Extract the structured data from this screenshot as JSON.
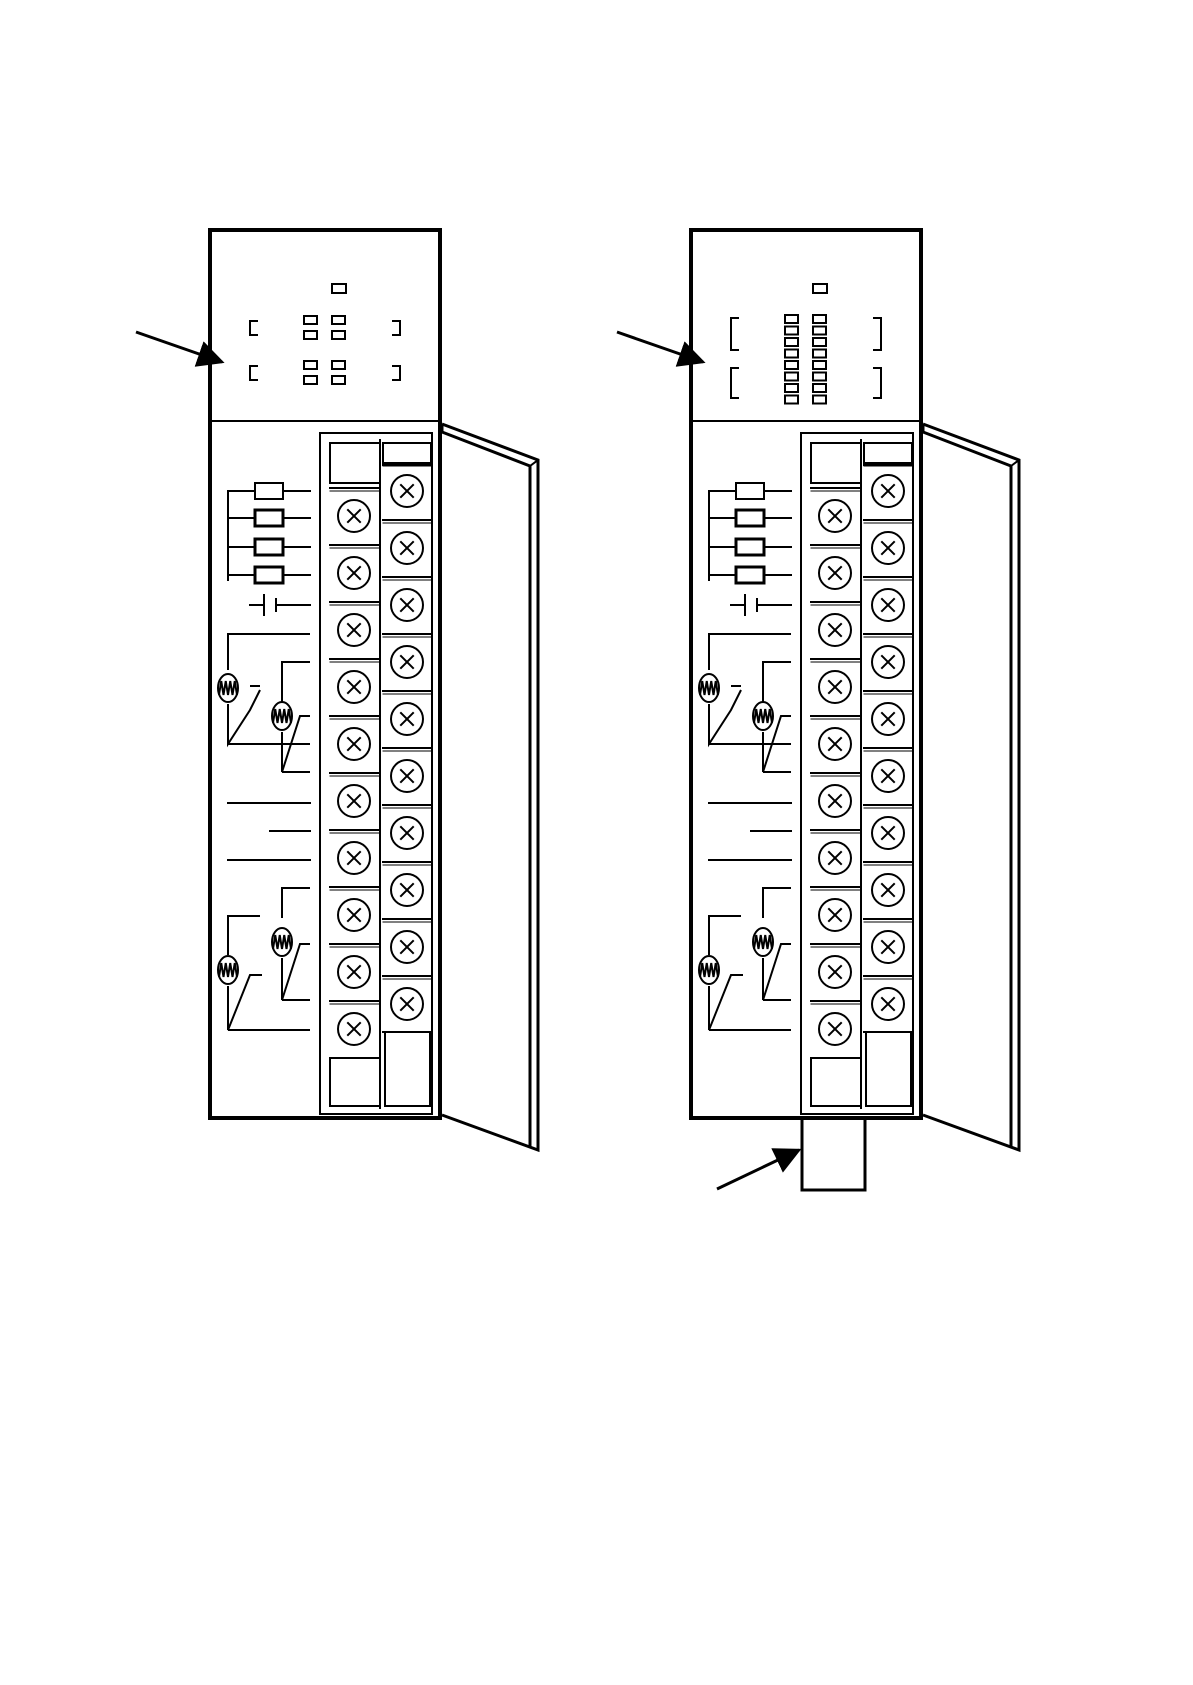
{
  "modules": [
    {
      "id": "left",
      "led_rows": [
        {
          "leds": 2
        },
        {
          "leds": 2
        },
        {
          "leds": 2
        },
        {
          "leds": 2
        }
      ],
      "has_bottom_tab": false
    },
    {
      "id": "right",
      "led_rows": [
        {
          "leds": 2
        },
        {
          "leds": 2
        },
        {
          "leds": 2
        },
        {
          "leds": 2
        },
        {
          "leds": 2
        },
        {
          "leds": 2
        },
        {
          "leds": 2
        },
        {
          "leds": 2
        }
      ],
      "has_bottom_tab": true
    }
  ],
  "terminal_block": {
    "left_column_screws": 10,
    "right_column_screws": 10
  },
  "callout_arrows": 3,
  "colors": {
    "stroke": "#000000",
    "background": "#ffffff"
  }
}
